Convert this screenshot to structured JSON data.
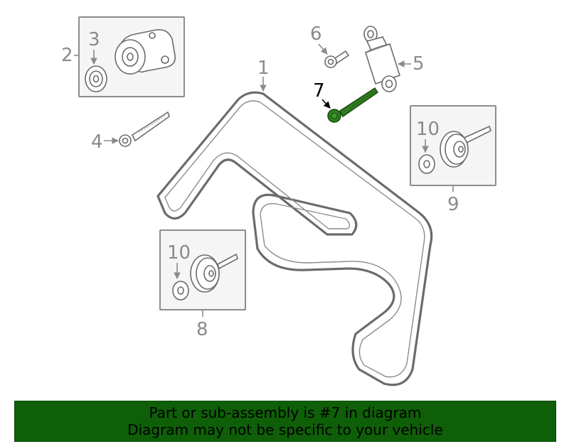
{
  "callouts": {
    "c1": "1",
    "c2": "2",
    "c3": "3",
    "c4": "4",
    "c5": "5",
    "c6": "6",
    "c7": "7",
    "c8": "8",
    "c9": "9",
    "c10a": "10",
    "c10b": "10"
  },
  "highlighted_part": "7",
  "colors": {
    "highlight": "#2e7d1e",
    "banner": "#0f5f08",
    "callout": "#8a8a8a"
  },
  "banner": {
    "line1": "Part or sub-assembly is #7 in diagram",
    "line2": "Diagram may not be specific to your vehicle"
  }
}
